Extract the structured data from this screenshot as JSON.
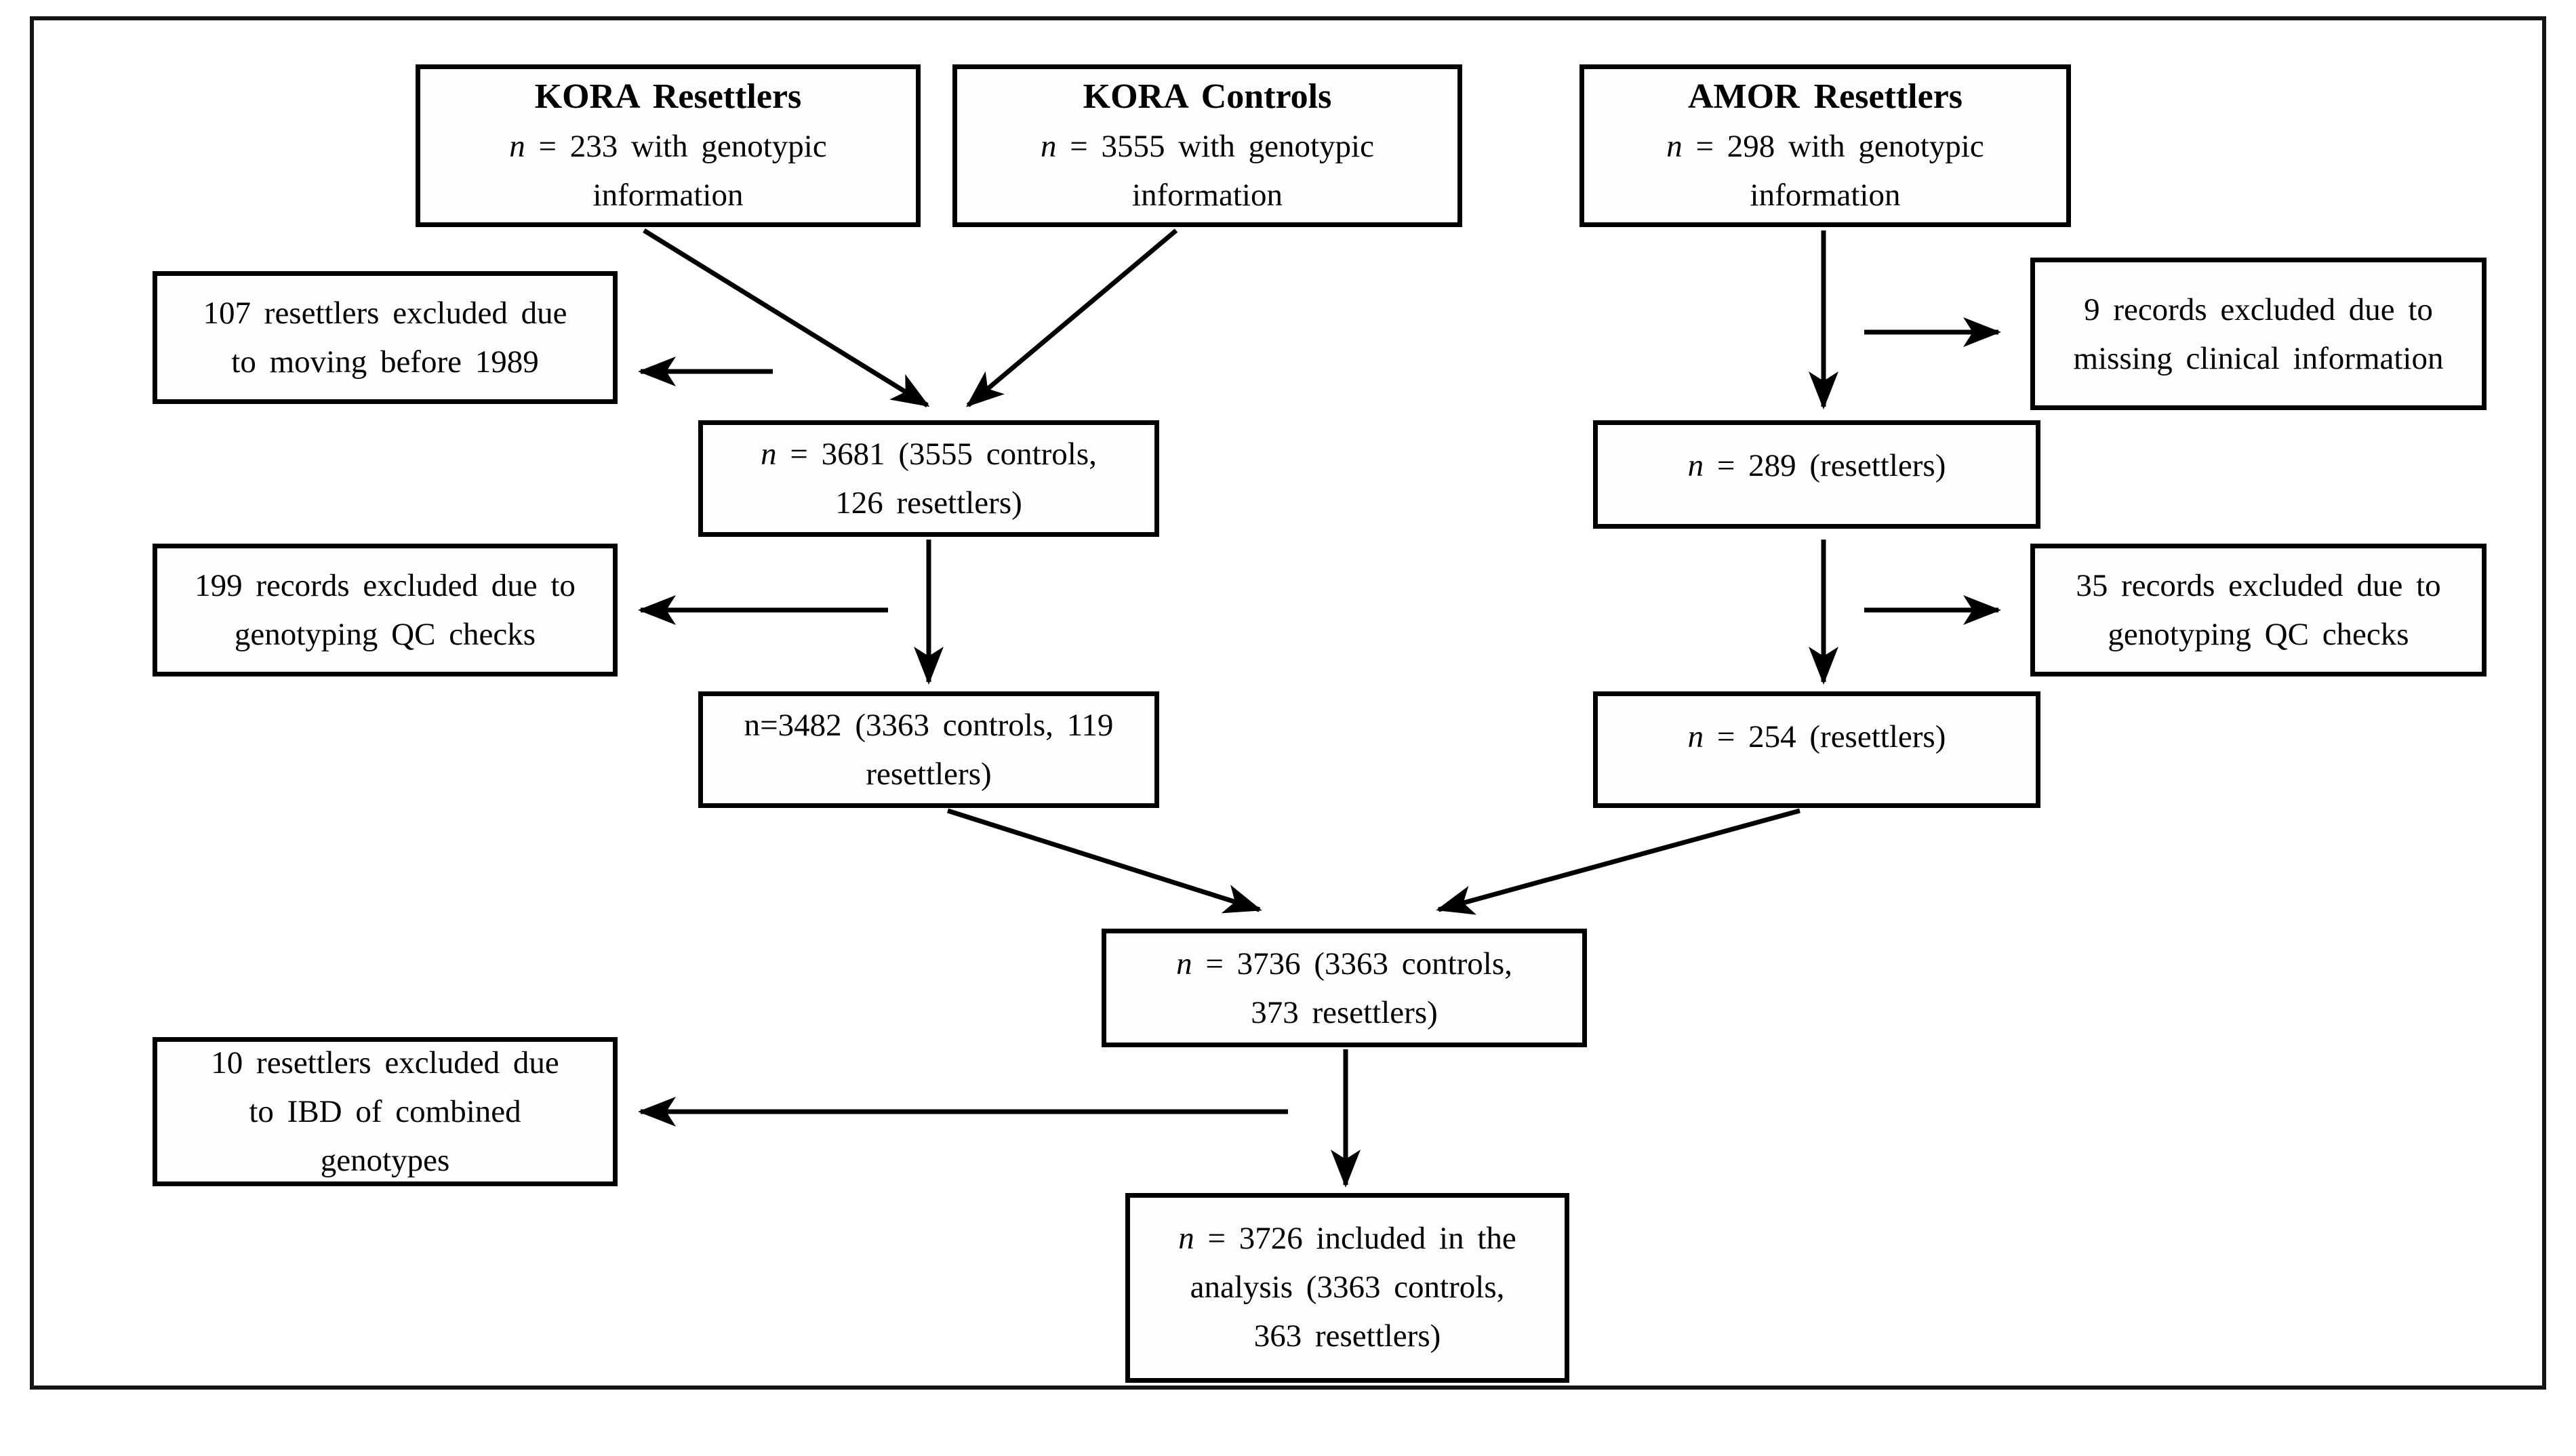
{
  "figure": {
    "type": "study-flow-diagram",
    "background_color": "#ffffff",
    "frame_color": "#141414",
    "box_border_color": "#000000",
    "text_color": "#000000",
    "arrow_color": "#000000"
  },
  "boxes": {
    "kora_resettlers": {
      "lines": [
        [
          [
            "b",
            "KORA Resettlers"
          ]
        ],
        [
          [
            "i",
            "n"
          ],
          [
            "r",
            " = 233 with genotypic"
          ]
        ],
        [
          [
            "r",
            "information"
          ]
        ]
      ]
    },
    "kora_controls": {
      "lines": [
        [
          [
            "b",
            "KORA Controls"
          ]
        ],
        [
          [
            "i",
            "n"
          ],
          [
            "r",
            " = 3555 with genotypic"
          ]
        ],
        [
          [
            "r",
            "information"
          ]
        ]
      ]
    },
    "amor_resettlers": {
      "lines": [
        [
          [
            "b",
            "AMOR Resettlers"
          ]
        ],
        [
          [
            "i",
            "n"
          ],
          [
            "r",
            " = 298 with genotypic"
          ]
        ],
        [
          [
            "r",
            "information"
          ]
        ]
      ]
    },
    "excl_107": {
      "lines": [
        [
          [
            "r",
            "107 resettlers excluded due"
          ]
        ],
        [
          [
            "r",
            "to moving before 1989"
          ]
        ]
      ]
    },
    "excl_9": {
      "lines": [
        [
          [
            "r",
            "9 records excluded due to"
          ]
        ],
        [
          [
            "r",
            "missing clinical information"
          ]
        ]
      ]
    },
    "n3681": {
      "lines": [
        [
          [
            "i",
            "n"
          ],
          [
            "r",
            " = 3681 (3555 controls,"
          ]
        ],
        [
          [
            "r",
            "126 resettlers)"
          ]
        ]
      ]
    },
    "n289": {
      "lines": [
        [
          [
            "i",
            "n"
          ],
          [
            "r",
            " = 289 (resettlers)"
          ]
        ]
      ]
    },
    "excl_199": {
      "lines": [
        [
          [
            "r",
            "199 records excluded due to"
          ]
        ],
        [
          [
            "r",
            "genotyping QC checks"
          ]
        ]
      ]
    },
    "excl_35": {
      "lines": [
        [
          [
            "r",
            "35 records excluded due to"
          ]
        ],
        [
          [
            "r",
            "genotyping QC checks"
          ]
        ]
      ]
    },
    "n3482": {
      "lines": [
        [
          [
            "r",
            "n=3482 (3363 controls, 119"
          ]
        ],
        [
          [
            "r",
            "resettlers)"
          ]
        ]
      ]
    },
    "n254": {
      "lines": [
        [
          [
            "i",
            "n"
          ],
          [
            "r",
            " = 254 (resettlers)"
          ]
        ]
      ]
    },
    "n3736": {
      "lines": [
        [
          [
            "i",
            "n"
          ],
          [
            "r",
            " = 3736 (3363 controls,"
          ]
        ],
        [
          [
            "r",
            "373 resettlers)"
          ]
        ]
      ]
    },
    "excl_10": {
      "lines": [
        [
          [
            "r",
            "10 resettlers excluded due"
          ]
        ],
        [
          [
            "r",
            "to IBD of combined"
          ]
        ],
        [
          [
            "r",
            "genotypes"
          ]
        ]
      ]
    },
    "final": {
      "lines": [
        [
          [
            "i",
            "n"
          ],
          [
            "r",
            " = 3726 included in the"
          ]
        ],
        [
          [
            "r",
            "analysis (3363 controls,"
          ]
        ],
        [
          [
            "r",
            "363 resettlers)"
          ]
        ]
      ]
    }
  },
  "connections": [
    {
      "from": "kora_resettlers",
      "to": "n3681"
    },
    {
      "from": "kora_controls",
      "to": "n3681"
    },
    {
      "from": "flow",
      "to": "excl_107",
      "direction": "left"
    },
    {
      "from": "amor_resettlers",
      "to": "n289"
    },
    {
      "from": "flow",
      "to": "excl_9",
      "direction": "right"
    },
    {
      "from": "n3681",
      "to": "n3482"
    },
    {
      "from": "flow",
      "to": "excl_199",
      "direction": "left"
    },
    {
      "from": "n289",
      "to": "n254"
    },
    {
      "from": "flow",
      "to": "excl_35",
      "direction": "right"
    },
    {
      "from": "n3482",
      "to": "n3736"
    },
    {
      "from": "n254",
      "to": "n3736"
    },
    {
      "from": "n3736",
      "to": "final"
    },
    {
      "from": "flow",
      "to": "excl_10",
      "direction": "left"
    }
  ]
}
